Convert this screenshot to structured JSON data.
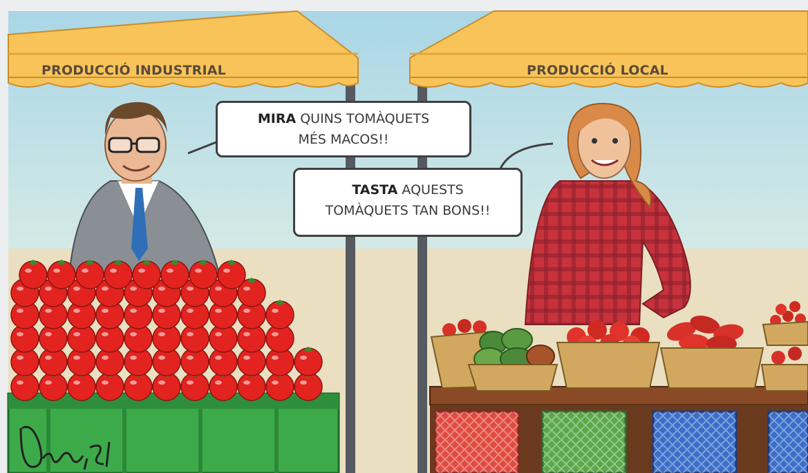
{
  "stalls": {
    "left": {
      "sign": "PRODUCCIÓ INDUSTRIAL"
    },
    "right": {
      "sign": "PRODUCCIÓ LOCAL"
    }
  },
  "speech": {
    "man": {
      "emphasis": "MIRA",
      "line1_rest": " QUINS TOMÀQUETS",
      "line2": "MÉS MACOS!!"
    },
    "woman": {
      "emphasis": "TASTA",
      "line1_rest": " AQUESTS",
      "line2": "TOMÀQUETS TAN BONS!!"
    }
  },
  "signature": "Dim,21",
  "colors": {
    "awning": "#f8c45a",
    "sky": "#b9dde8",
    "ground": "#e8dfc2",
    "tomato": "#e2231f",
    "crate_green": "#3daa4a",
    "shirt_red": "#c8323c",
    "suit": "#8a8f96",
    "tie": "#2f6fb8"
  }
}
